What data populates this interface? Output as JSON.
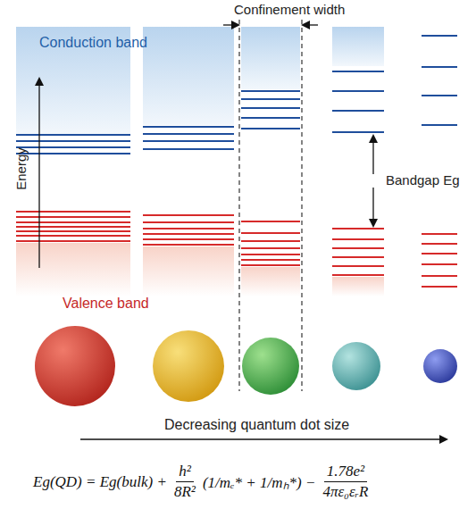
{
  "diagram": {
    "labels": [
      "Confinement width",
      "Conduction band",
      "Energy",
      "Bandgap Eg",
      "Valence band",
      "Decreasing quantum dot size",
      "Eg(QD) = Eg(bulk) +",
      "h²",
      "8R²",
      "(1/mₑ* + 1/mₕ*) −",
      "1.78e²",
      "4πε₀εᵣR"
    ]
  }
}
